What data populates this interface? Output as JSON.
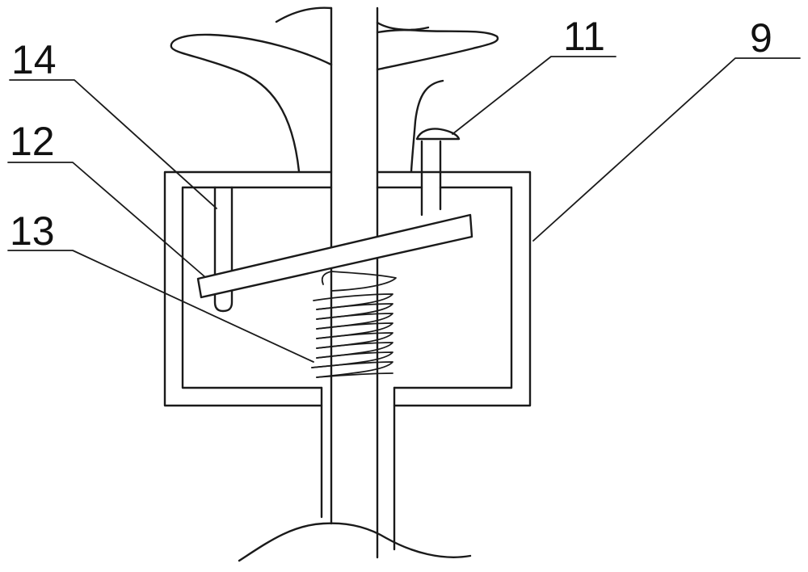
{
  "figure": {
    "callouts": [
      {
        "id": "c14",
        "label": "14"
      },
      {
        "id": "c12",
        "label": "12"
      },
      {
        "id": "c13",
        "label": "13"
      },
      {
        "id": "c11",
        "label": "11"
      },
      {
        "id": "c9",
        "label": "9"
      }
    ]
  }
}
